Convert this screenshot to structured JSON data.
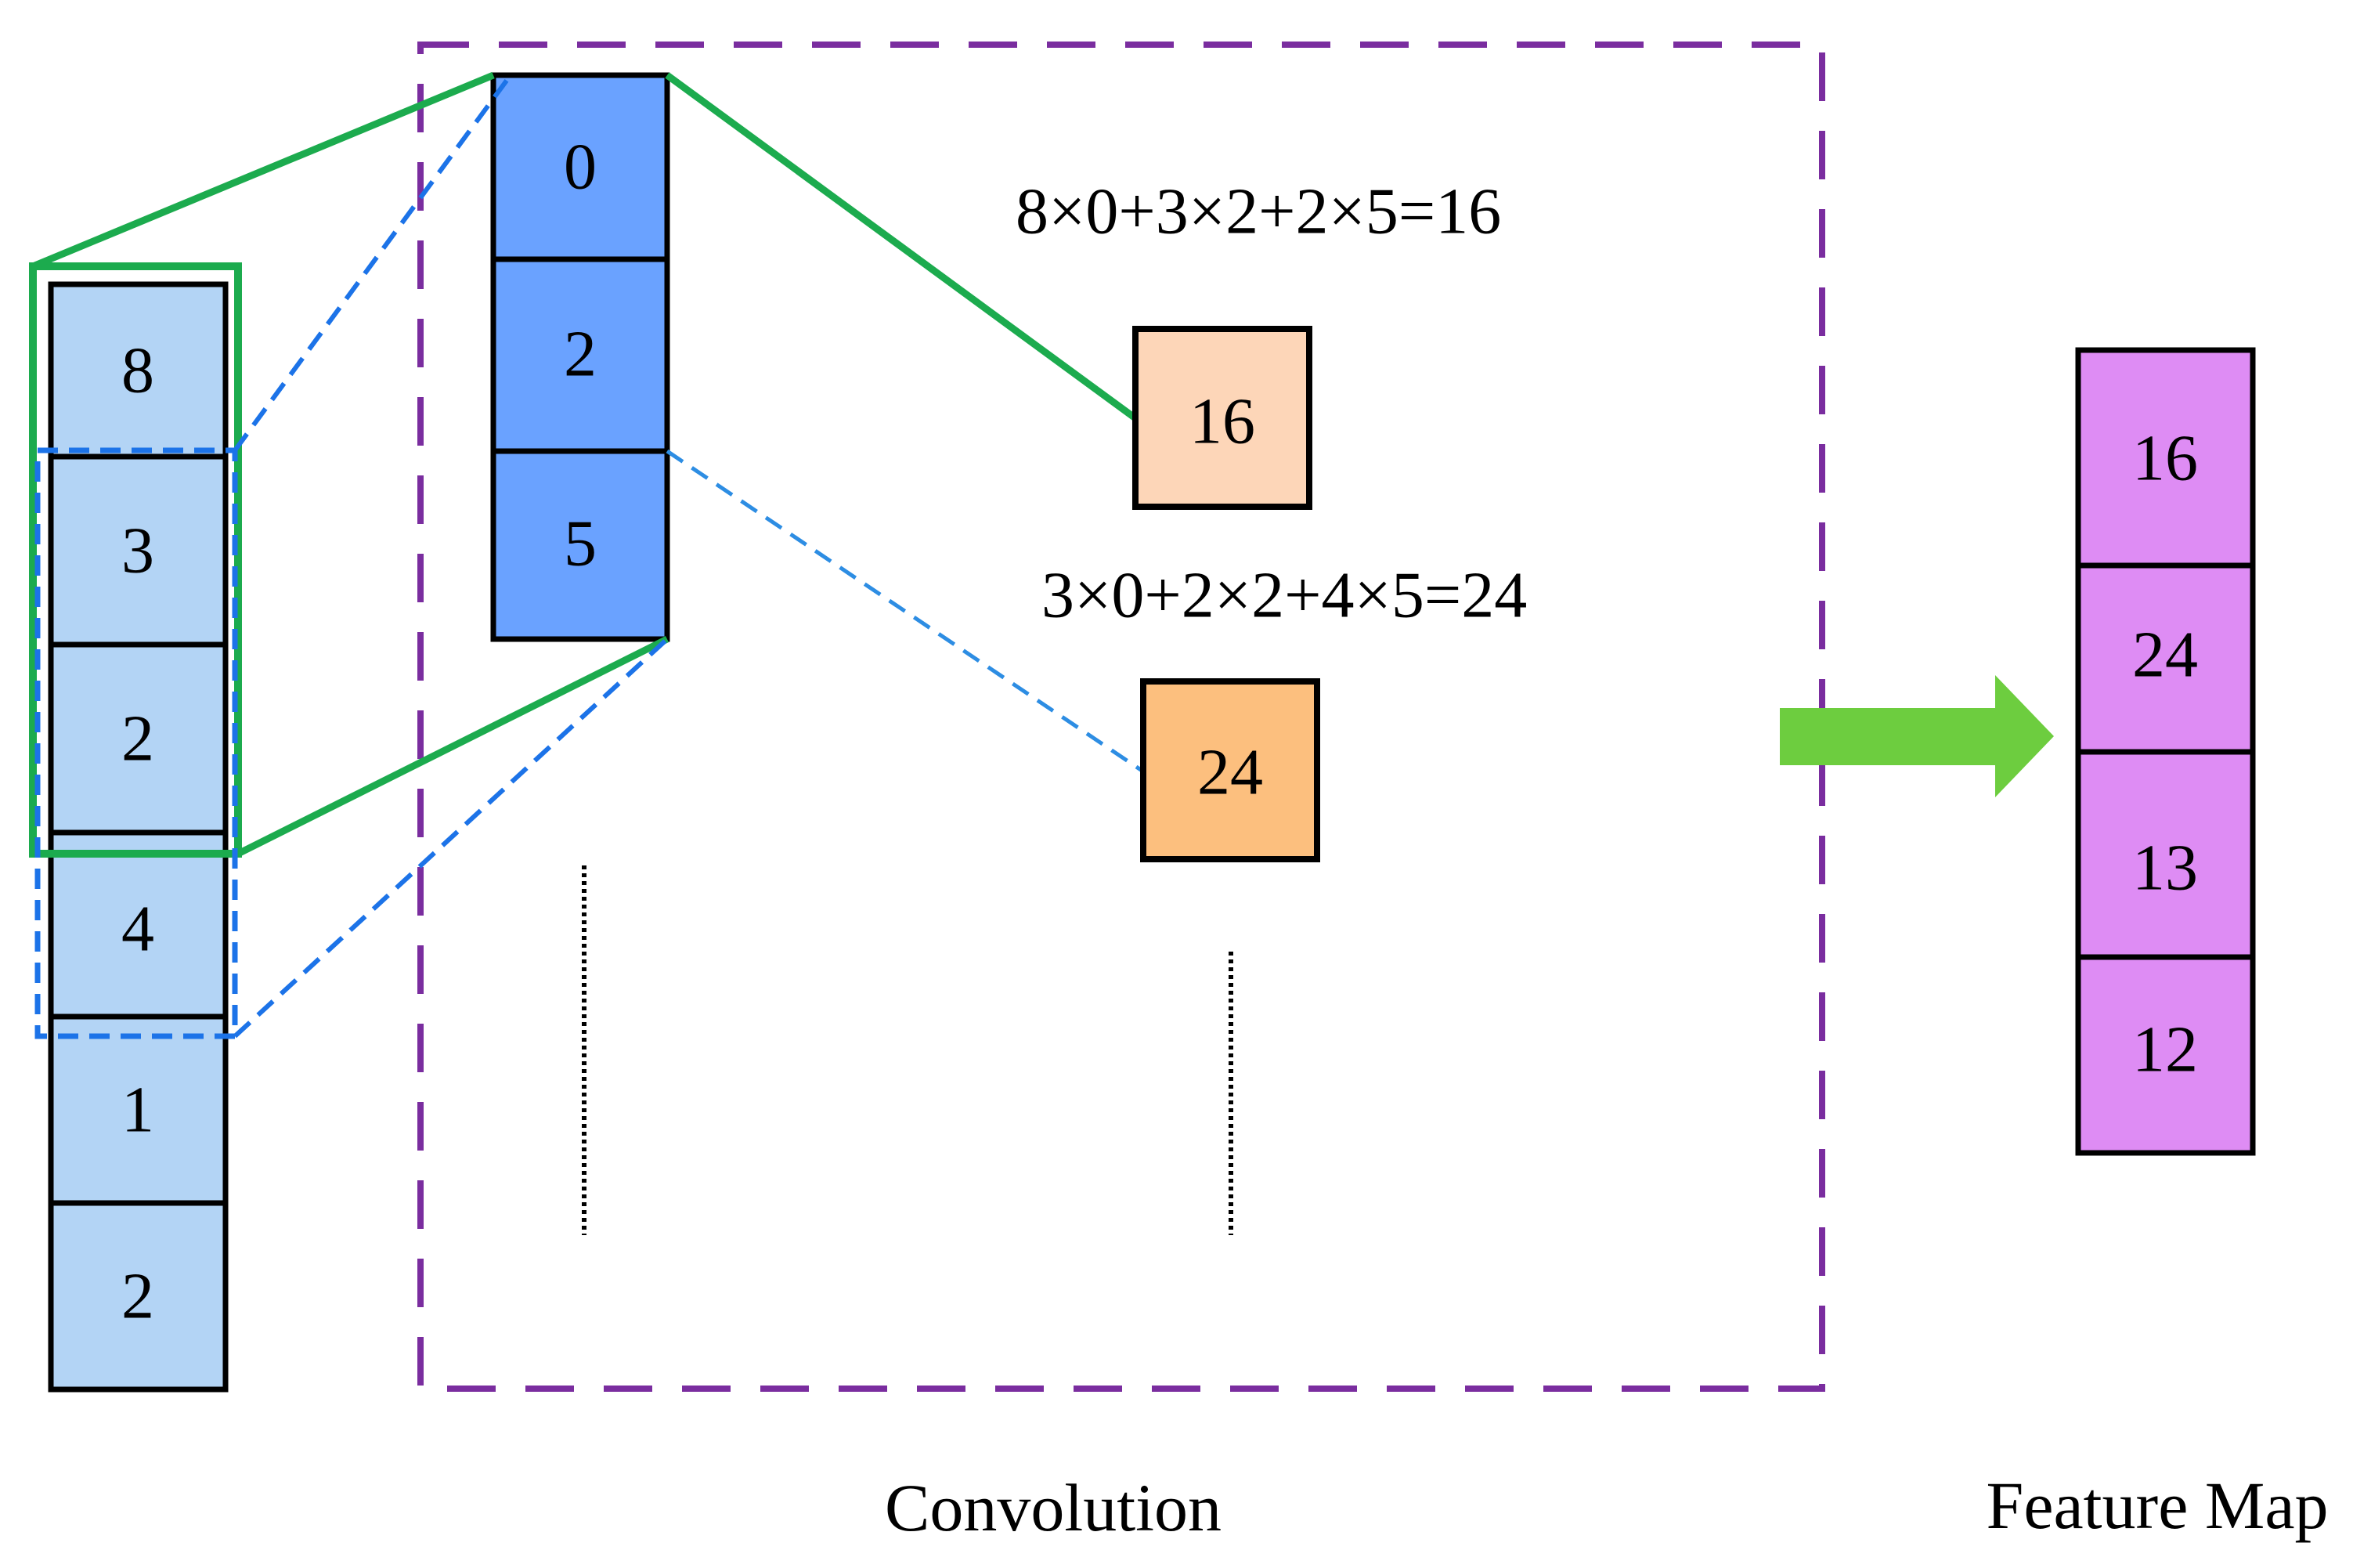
{
  "input_sequence": [
    "8",
    "3",
    "2",
    "4",
    "1",
    "2"
  ],
  "kernel": [
    "0",
    "2",
    "5"
  ],
  "outputs": [
    {
      "equation": "8×0+3×2+2×5=16",
      "value": "16"
    },
    {
      "equation": "3×0+2×2+4×5=24",
      "value": "24"
    }
  ],
  "feature_map": [
    "16",
    "24",
    "13",
    "12"
  ],
  "labels": {
    "convolution": "Convolution",
    "feature_map": "Feature Map"
  },
  "colors": {
    "input_fill": "#b3d4f5",
    "kernel_fill": "#6aa2ff",
    "output_1_fill": "#fdd6b8",
    "output_2_fill": "#fcbf7e",
    "feature_fill": "#de8cf4",
    "green": "#1cab4e",
    "blue_dashed": "#1c73e8",
    "purple_dashed": "#7a2d9f",
    "arrow": "#6dcd3f"
  }
}
